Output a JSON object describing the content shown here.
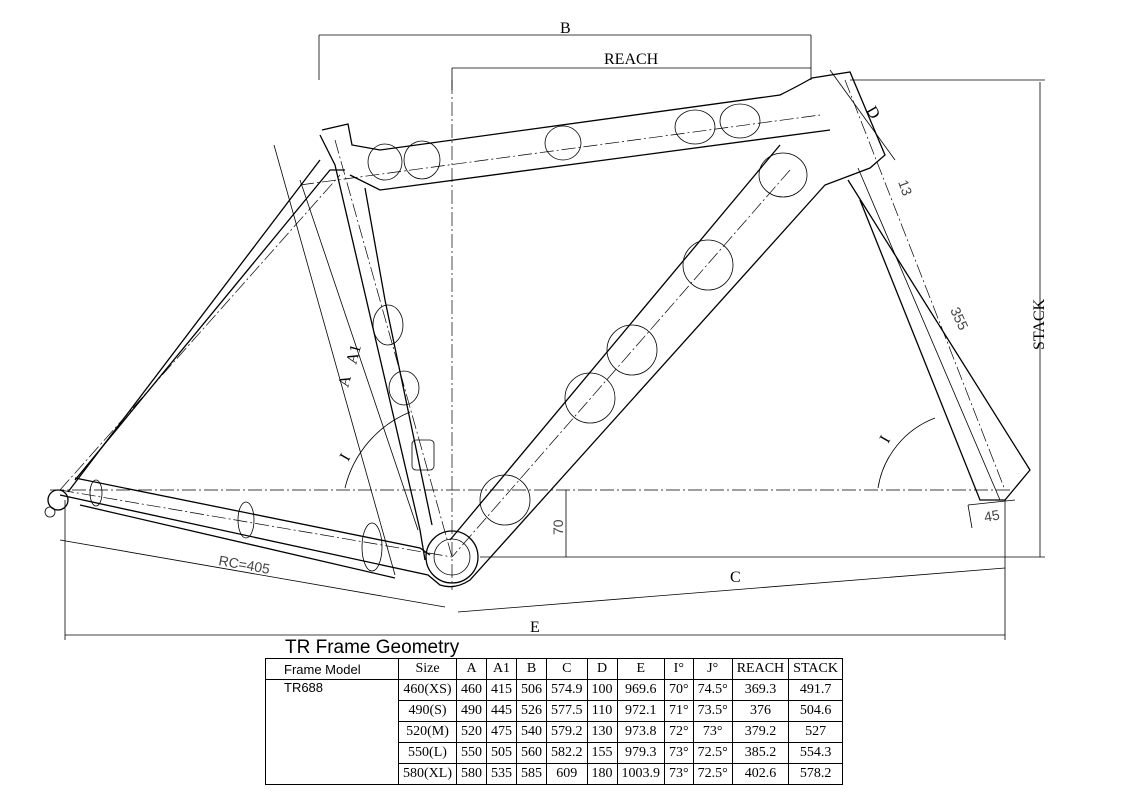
{
  "drawing": {
    "labels": {
      "B": "B",
      "reach": "REACH",
      "D": "D",
      "head_13": "13",
      "fork_355": "355",
      "stack": "STACK",
      "A": "A",
      "A1": "A1",
      "I_left": "I",
      "I_right": "I",
      "bb_drop": "70",
      "offset_45": "45",
      "C": "C",
      "E": "E",
      "rc": "RC=405"
    }
  },
  "table": {
    "title": "TR Frame  Geometry",
    "headers": [
      "Frame Model",
      "Size",
      "A",
      "A1",
      "B",
      "C",
      "D",
      "E",
      "I°",
      "J°",
      "REACH",
      "STACK"
    ],
    "model": "TR688",
    "rows": [
      [
        "460(XS)",
        "460",
        "415",
        "506",
        "574.9",
        "100",
        "969.6",
        "70°",
        "74.5°",
        "369.3",
        "491.7"
      ],
      [
        "490(S)",
        "490",
        "445",
        "526",
        "577.5",
        "110",
        "972.1",
        "71°",
        "73.5°",
        "376",
        "504.6"
      ],
      [
        "520(M)",
        "520",
        "475",
        "540",
        "579.2",
        "130",
        "973.8",
        "72°",
        "73°",
        "379.2",
        "527"
      ],
      [
        "550(L)",
        "550",
        "505",
        "560",
        "582.2",
        "155",
        "979.3",
        "73°",
        "72.5°",
        "385.2",
        "554.3"
      ],
      [
        "580(XL)",
        "580",
        "535",
        "585",
        "609",
        "180",
        "1003.9",
        "73°",
        "72.5°",
        "402.6",
        "578.2"
      ]
    ]
  }
}
